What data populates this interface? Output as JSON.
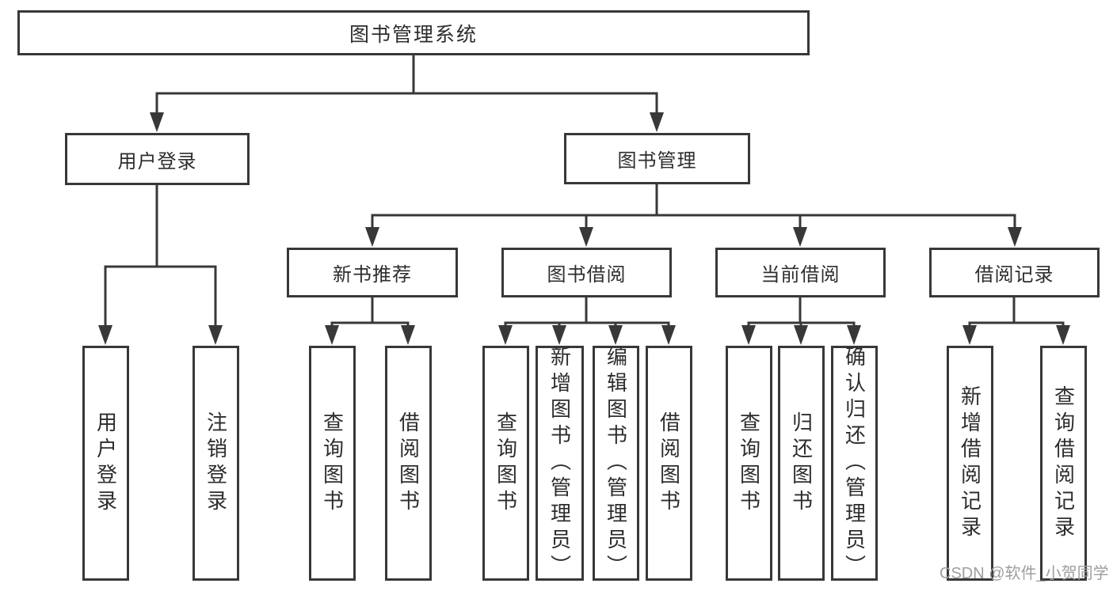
{
  "tree": {
    "root": {
      "label": "图书管理系统",
      "children": [
        {
          "label": "用户登录",
          "children": [
            {
              "label": "用户登录"
            },
            {
              "label": "注销登录"
            }
          ]
        },
        {
          "label": "图书管理",
          "children": [
            {
              "label": "新书推荐",
              "children": [
                {
                  "label": "查询图书"
                },
                {
                  "label": "借阅图书"
                }
              ]
            },
            {
              "label": "图书借阅",
              "children": [
                {
                  "label": "查询图书"
                },
                {
                  "label": "新增图书（管理员）"
                },
                {
                  "label": "编辑图书（管理员）"
                },
                {
                  "label": "借阅图书"
                }
              ]
            },
            {
              "label": "当前借阅",
              "children": [
                {
                  "label": "查询图书"
                },
                {
                  "label": "归还图书"
                },
                {
                  "label": "确认归还（管理员）"
                }
              ]
            },
            {
              "label": "借阅记录",
              "children": [
                {
                  "label": "新增借阅记录"
                },
                {
                  "label": "查询借阅记录"
                }
              ]
            }
          ]
        }
      ]
    }
  },
  "watermark": {
    "text": "CSDN @软件_小贺同学",
    "color": "#9e9e9e"
  },
  "colors": {
    "line": "#383838",
    "box_border": "#383838",
    "text": "#2d2d2d",
    "background": "#ffffff"
  }
}
